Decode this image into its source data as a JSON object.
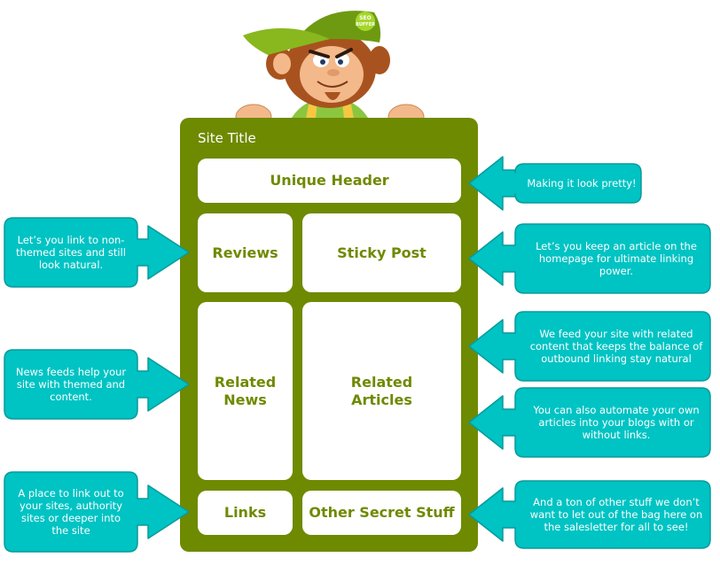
{
  "board": {
    "title": "Site Title",
    "cells": {
      "unique_header": "Unique Header",
      "reviews": "Reviews",
      "sticky_post": "Sticky Post",
      "related_news": "Related News",
      "related_articles": "Related Articles",
      "links": "Links",
      "other_secret_stuff": "Other Secret Stuff"
    }
  },
  "mascot": {
    "icon": "monkey-mascot-icon",
    "cap_label": "SEO BUFFER"
  },
  "callouts": {
    "left": [
      {
        "text": "Let’s you link to non-themed sites and still look natural.",
        "points_to": "Reviews"
      },
      {
        "text": "News feeds help your site with themed and content.",
        "points_to": "Related News"
      },
      {
        "text": "A place to link out to your sites, authority sites or deeper into the site",
        "points_to": "Links"
      }
    ],
    "right": [
      {
        "text": "Making it look pretty!",
        "points_to": "Unique Header"
      },
      {
        "text": "Let’s you keep an article on the homepage for ultimate linking power.",
        "points_to": "Sticky Post"
      },
      {
        "text": "We feed your site with related content that keeps the balance of outbound linking stay natural",
        "points_to": "Related Articles"
      },
      {
        "text": "You can also automate your own articles into your blogs with or without links.",
        "points_to": "Related Articles"
      },
      {
        "text": "And a ton of other stuff we don’t want to let out of the bag here on the salesletter for all to see!",
        "points_to": "Other Secret Stuff"
      }
    ]
  },
  "colors": {
    "board_green": "#6e8a00",
    "callout_teal": "#00c3c3",
    "callout_border": "#0a9a9a",
    "cell_white": "#ffffff"
  }
}
